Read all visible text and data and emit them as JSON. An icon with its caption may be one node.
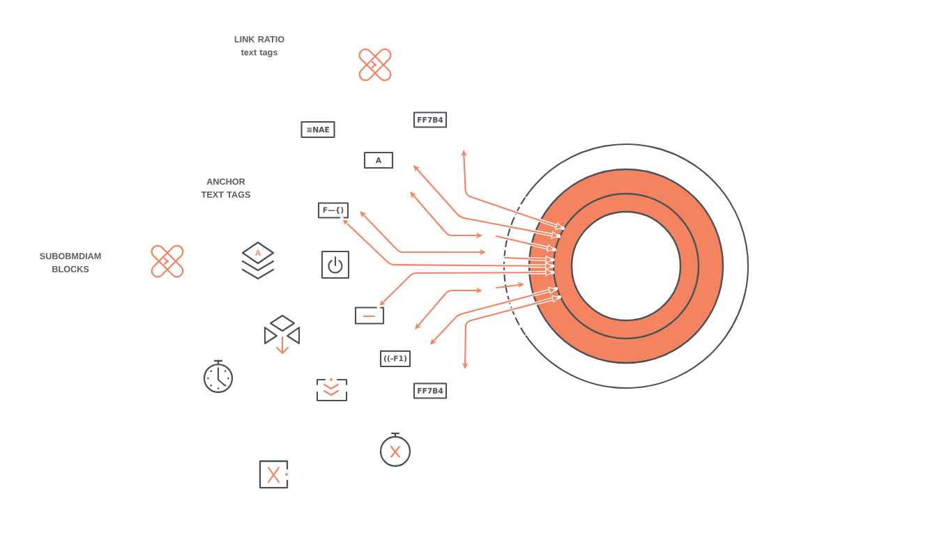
{
  "diagram": {
    "nodes": [
      {
        "text": [
          "≡NAE"
        ]
      },
      {
        "text": [
          "FF7B4"
        ]
      },
      {
        "text": [
          "A"
        ]
      },
      {
        "text": [
          "F—{)"
        ]
      },
      {
        "text": [
          "A"
        ]
      },
      {
        "text": [],
        "shape": "circle"
      },
      {
        "text": [],
        "shape": "box"
      },
      {
        "text": [
          "((-F1)"
        ]
      },
      {
        "text": [
          "FF7B4"
        ]
      }
    ],
    "edges": [
      {
        "from": null,
        "to": 5,
        "arrow": "both"
      },
      {
        "from": null,
        "to": 5,
        "arrow": "both"
      },
      {
        "from": null,
        "to": 5,
        "arrow": "to"
      },
      {
        "from": null,
        "to": 5,
        "arrow": "to"
      },
      {
        "from": 3,
        "to": 5,
        "arrow": "both"
      },
      {
        "from": 6,
        "to": 5,
        "arrow": "both"
      },
      {
        "from": null,
        "to": 5,
        "arrow": "both"
      },
      {
        "from": null,
        "to": 5,
        "arrow": "both"
      }
    ],
    "labels": [
      "LINK RATIO text tags",
      "ANCHOR TEXT TAGS",
      "SUBOBMDIAM BLOCKS"
    ]
  }
}
